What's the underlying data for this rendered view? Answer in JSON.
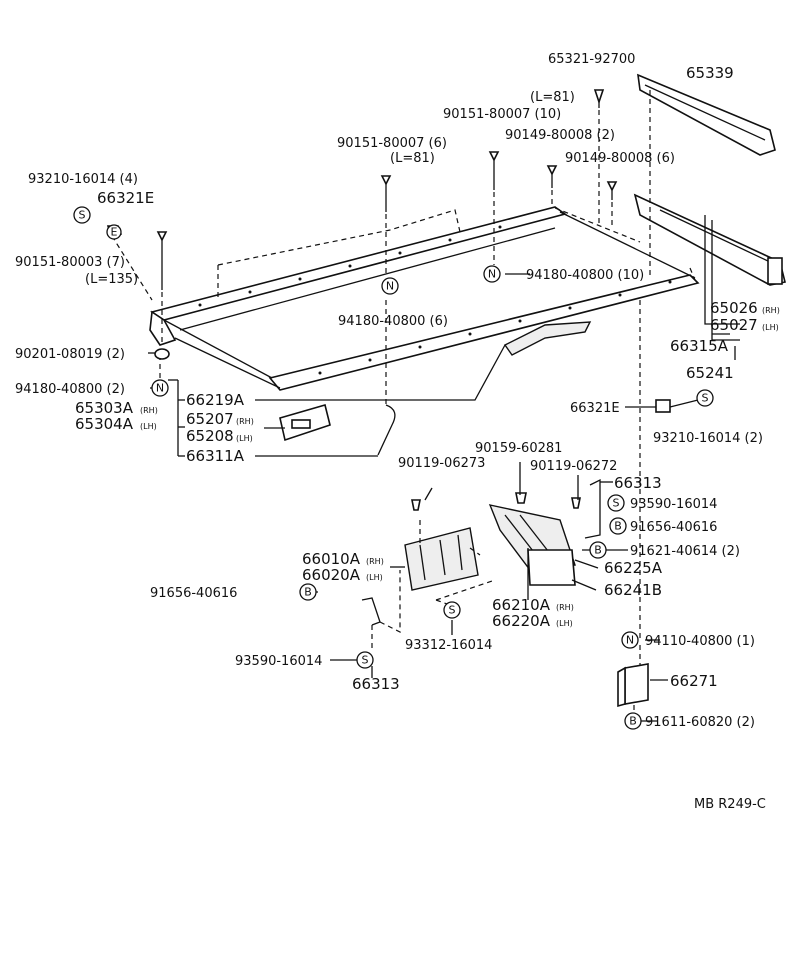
{
  "labels": {
    "p65321_92700": "65321-92700",
    "p65339": "65339",
    "L81a": "(L=81)",
    "p90151_80007_10": "90151-80007 (10)",
    "p90149_80008_2": "90149-80008 (2)",
    "p90151_80007_6": "90151-80007 (6)",
    "L81b": "(L=81)",
    "p90149_80008_6": "90149-80008 (6)",
    "p93210_16014_4": "93210-16014 (4)",
    "p66321E_a": "66321E",
    "p90151_80003_7": "90151-80003 (7)",
    "L135": "(L=135)",
    "p94180_40800_10": "94180-40800 (10)",
    "p94180_40800_6": "94180-40800 (6)",
    "p65026": "65026",
    "p65026_suf": "(RH)",
    "p65027": "65027",
    "p65027_suf": "(LH)",
    "p66315A": "66315A",
    "p65241": "65241",
    "p90201_08019_2": "90201-08019 (2)",
    "p94180_40800_2": "94180-40800 (2)",
    "p65303A": "65303A",
    "p65303A_suf": "(RH)",
    "p65304A": "65304A",
    "p65304A_suf": "(LH)",
    "p66219A": "66219A",
    "p65207": "65207",
    "p65207_suf": "(RH)",
    "p65208": "65208",
    "p65208_suf": "(LH)",
    "p66311A": "66311A",
    "p66321E_b": "66321E",
    "p93210_16014_2": "93210-16014 (2)",
    "p90159_60281": "90159-60281",
    "p90119_06273": "90119-06273",
    "p90119_06272": "90119-06272",
    "p66313_a": "66313",
    "p93590_16014_a": "93590-16014",
    "p91656_40616_a": "91656-40616",
    "p91621_40614_2": "91621-40614 (2)",
    "p66225A": "66225A",
    "p66241B": "66241B",
    "p66010A": "66010A",
    "p66010A_suf": "(RH)",
    "p66020A": "66020A",
    "p66020A_suf": "(LH)",
    "p66210A": "66210A",
    "p66210A_suf": "(RH)",
    "p66220A": "66220A",
    "p66220A_suf": "(LH)",
    "p91656_40616_b": "91656-40616",
    "p93312_16014": "93312-16014",
    "p94110_40800_1": "94110-40800 (1)",
    "p93590_16014_b": "93590-16014",
    "p66313_b": "66313",
    "p66271": "66271",
    "p91611_60820_2": "91611-60820 (2)",
    "diagram_code": "MB R249-C"
  },
  "symbols": {
    "S": "S",
    "N": "N",
    "B": "B",
    "E": "E"
  }
}
